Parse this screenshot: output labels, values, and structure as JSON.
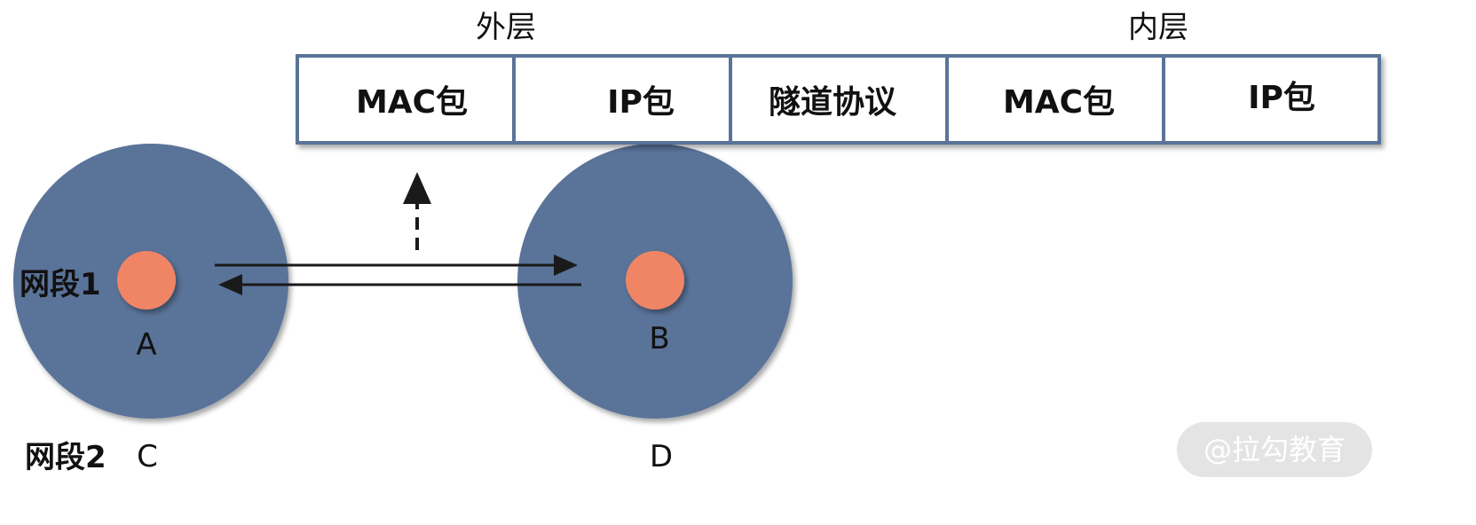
{
  "colors": {
    "network": "#5a7399",
    "host": "#f08565",
    "frame_border": "#5a7399",
    "arrow": "#1a1a1a",
    "watermark_bg": "#e4e4e4"
  },
  "header": {
    "outer_label": "外层",
    "inner_label": "内层"
  },
  "packet": {
    "cells": [
      {
        "label": "MAC包"
      },
      {
        "label": "IP包"
      },
      {
        "label": "隧道协议"
      },
      {
        "label": "MAC包"
      },
      {
        "label": "IP包"
      }
    ]
  },
  "network": {
    "segment1_label": "网段1",
    "segment2_label": "网段2",
    "left_circle": {
      "host_label": "A",
      "bottom_label": "C"
    },
    "right_circle": {
      "host_label": "B",
      "bottom_label": "D"
    }
  },
  "watermark": {
    "text": "@拉勾教育"
  }
}
